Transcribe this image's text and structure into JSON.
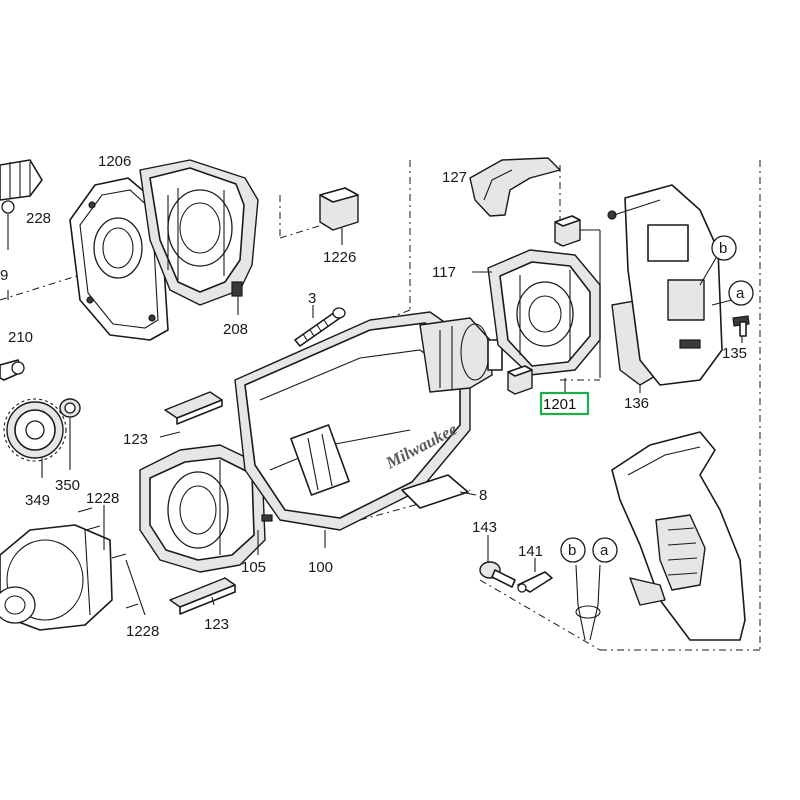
{
  "diagram": {
    "brand_text": "Milwaukee",
    "highlighted_part": "1201",
    "highlight_color": "#19b04a",
    "labels": {
      "p1206": "1206",
      "p228": "228",
      "p9": "9",
      "p210": "210",
      "p208": "208",
      "p1226": "1226",
      "p3": "3",
      "p127": "127",
      "p117": "117",
      "p1201": "1201",
      "p136": "136",
      "p135": "135",
      "p_b1": "b",
      "p_a1": "a",
      "p123a": "123",
      "p349": "349",
      "p350": "350",
      "p1228a": "1228",
      "p105": "105",
      "p100": "100",
      "p8": "8",
      "p143": "143",
      "p141": "141",
      "p_b2": "b",
      "p_a2": "a",
      "p123b": "123",
      "p1228b": "1228"
    }
  }
}
